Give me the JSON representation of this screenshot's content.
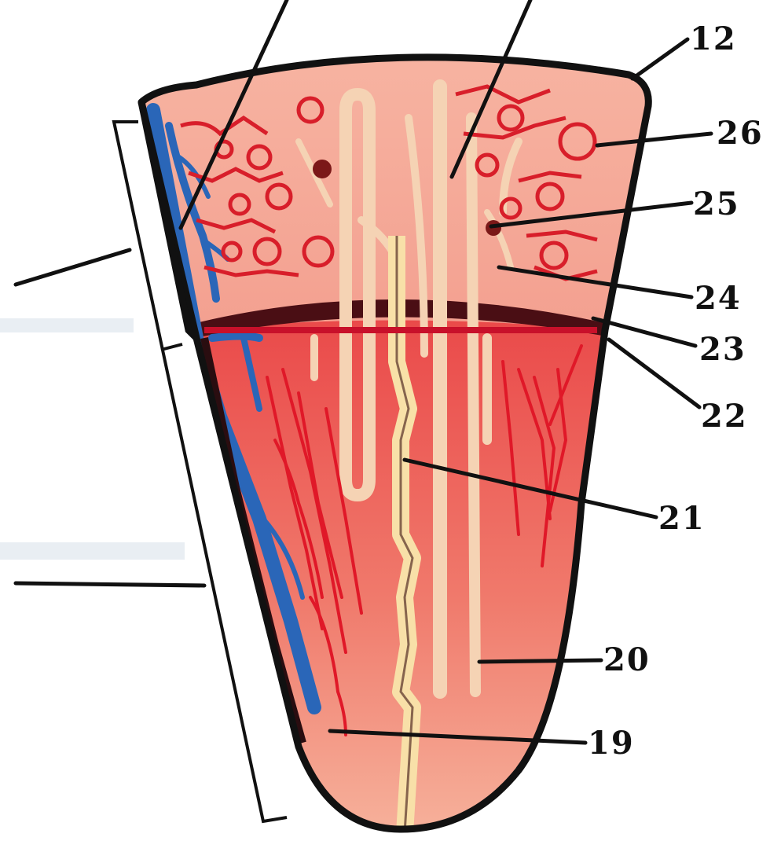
{
  "diagram": {
    "labels": {
      "l12": "12",
      "l26": "26",
      "l25": "25",
      "l24": "24",
      "l23": "23",
      "l22": "22",
      "l21": "21",
      "l20": "20",
      "l19": "19"
    },
    "colors": {
      "cortex": "#f4a292",
      "medulla": "#ee5a55",
      "vein": "#2a66b8",
      "artery": "#e02030",
      "tubule": "#f7d7b8",
      "outline": "#111111"
    }
  }
}
